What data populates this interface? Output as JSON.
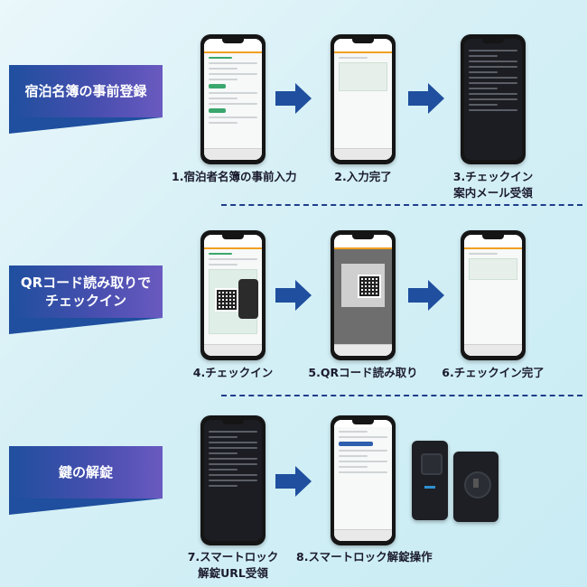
{
  "sections": [
    {
      "label": "宿泊名簿の事前登録"
    },
    {
      "label_line1": "QRコード読み取りで",
      "label_line2": "チェックイン"
    },
    {
      "label": "鍵の解錠"
    }
  ],
  "steps": [
    {
      "caption": "1.宿泊者名簿の事前入力"
    },
    {
      "caption": "2.入力完了"
    },
    {
      "caption_line1": "3.チェックイン",
      "caption_line2": "案内メール受領"
    },
    {
      "caption": "4.チェックイン"
    },
    {
      "caption": "5.QRコード読み取り"
    },
    {
      "caption": "6.チェックイン完了"
    },
    {
      "caption_line1": "7.スマートロック",
      "caption_line2": "解錠URL受領"
    },
    {
      "caption": "8.スマートロック解錠操作"
    }
  ],
  "colors": {
    "banner": "#1f4f9e",
    "arrow": "#1f4f9e",
    "accent": "#f0a020",
    "green": "#3aa76d"
  }
}
